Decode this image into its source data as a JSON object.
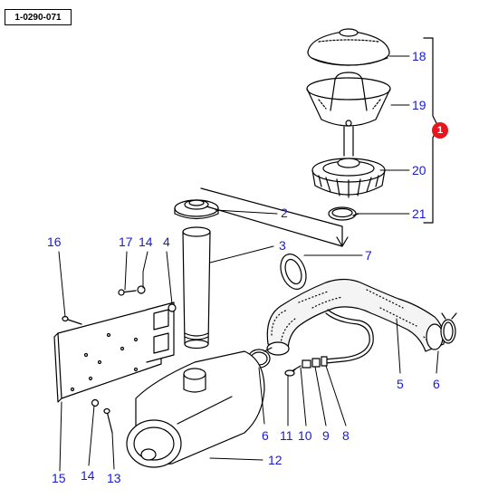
{
  "reference_code": "1-0290-071",
  "group_badge": "1",
  "callouts": {
    "c18": "18",
    "c19": "19",
    "c20": "20",
    "c21": "21",
    "c2": "2",
    "c3": "3",
    "c7": "7",
    "c16": "16",
    "c17": "17",
    "c14a": "14",
    "c4": "4",
    "c5": "5",
    "c6a": "6",
    "c6b": "6",
    "c11": "11",
    "c10": "10",
    "c9": "9",
    "c8": "8",
    "c12": "12",
    "c15": "15",
    "c14b": "14",
    "c13": "13"
  },
  "colors": {
    "callout": "#1a1ad6",
    "badge": "#e8141e",
    "lines": "#000000"
  }
}
